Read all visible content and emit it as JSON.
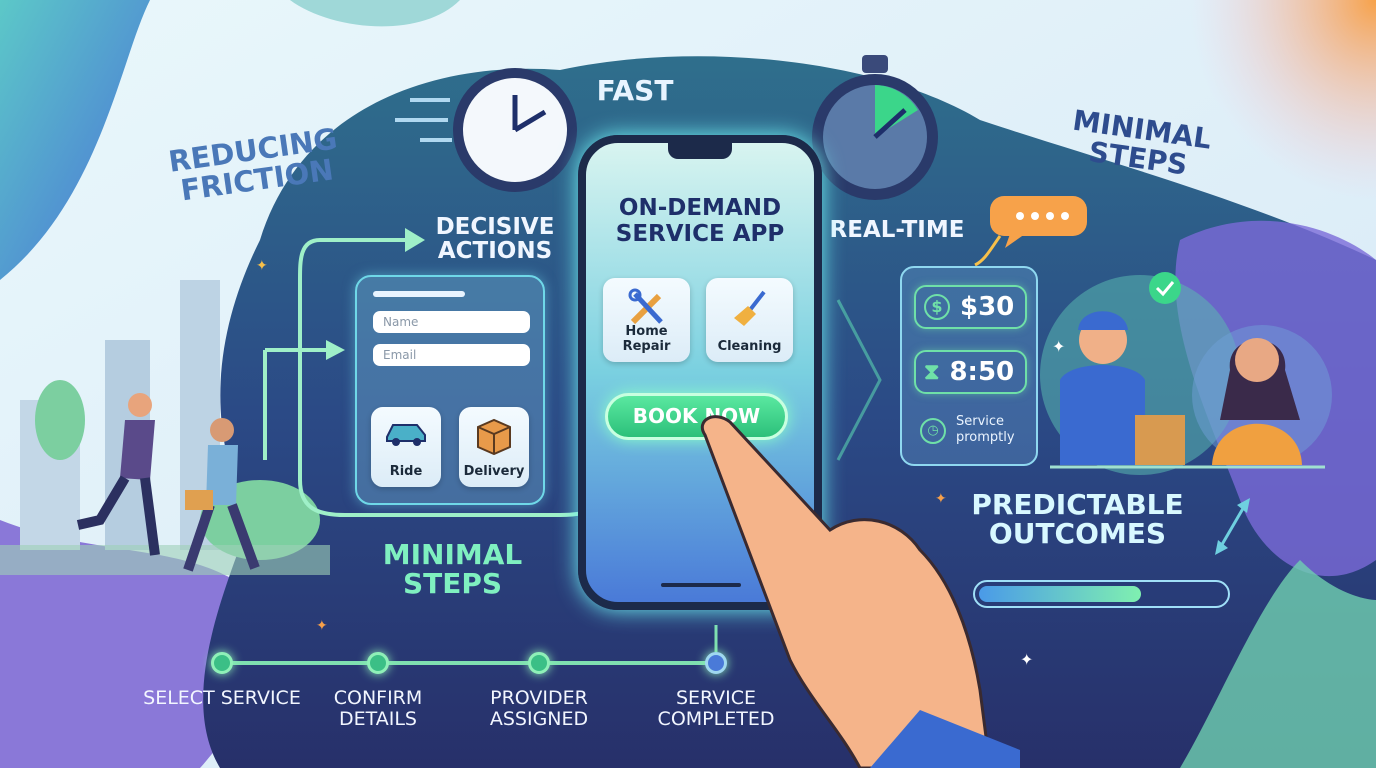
{
  "headings": {
    "reducing_friction": "Reducing Friction",
    "fast": "Fast",
    "decisive_actions": "Decisive Actions",
    "minimal_steps_center": "Minimal Steps",
    "real_time": "Real-Time",
    "minimal_steps_top": "Minimal Steps",
    "predictable_outcomes": "Predictable Outcomes"
  },
  "phone": {
    "title": "On-Demand Service App",
    "tiles": [
      {
        "label": "Home Repair",
        "icon": "wrench-screwdriver-icon"
      },
      {
        "label": "Cleaning",
        "icon": "broom-icon"
      }
    ],
    "book_button": "BOOK NOW"
  },
  "form": {
    "name_placeholder": "Name",
    "email_placeholder": "Email",
    "tiles": [
      {
        "label": "Ride",
        "icon": "car-icon"
      },
      {
        "label": "Delivery",
        "icon": "package-icon"
      }
    ]
  },
  "realtime_panel": {
    "price": "$30",
    "time": "8:50",
    "note": "Service promptly"
  },
  "progress": {
    "fraction": 0.66
  },
  "timeline": [
    {
      "label": "Select Service"
    },
    {
      "label": "Confirm Details"
    },
    {
      "label": "Provider Assigned"
    },
    {
      "label": "Service Completed"
    }
  ],
  "colors": {
    "accent_green": "#3bd68a",
    "navy": "#1e2f6a",
    "teal": "#2f8a9e",
    "orange": "#f7a24a"
  }
}
